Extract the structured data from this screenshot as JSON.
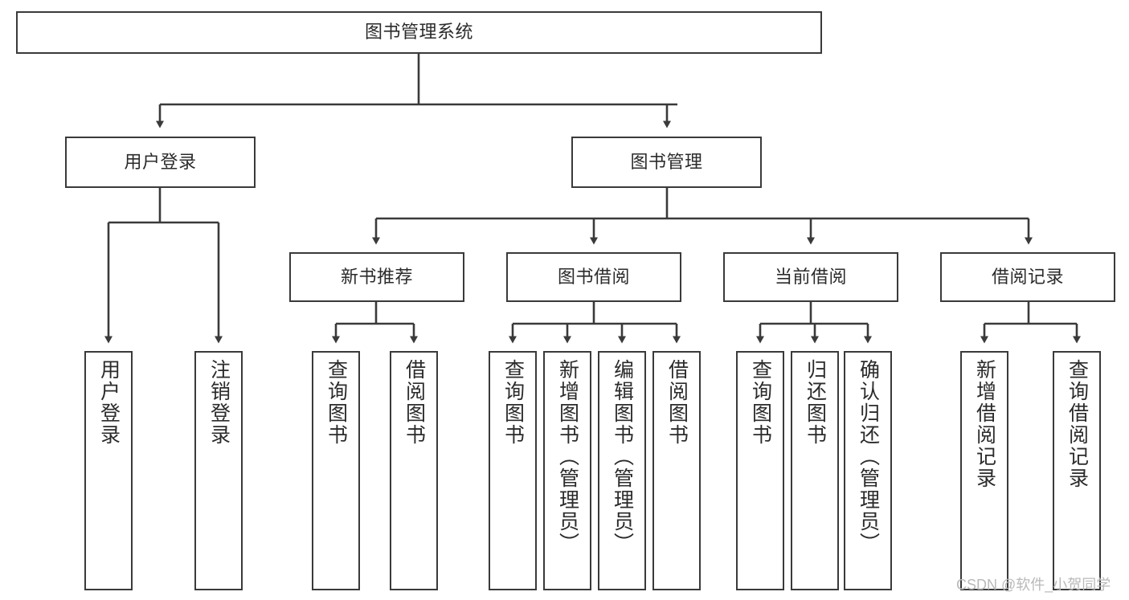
{
  "diagram": {
    "type": "tree",
    "title": "图书管理系统",
    "root": {
      "id": "root",
      "label": "图书管理系统"
    },
    "level2": [
      {
        "id": "user-login",
        "label": "用户登录"
      },
      {
        "id": "book-manage",
        "label": "图书管理"
      }
    ],
    "level3": [
      {
        "id": "new-book-recommend",
        "label": "新书推荐"
      },
      {
        "id": "book-borrow",
        "label": "图书借阅"
      },
      {
        "id": "current-borrow",
        "label": "当前借阅"
      },
      {
        "id": "borrow-record",
        "label": "借阅记录"
      }
    ],
    "leaves": {
      "user_login": [
        {
          "id": "leaf-user-login",
          "label": "用户登录"
        },
        {
          "id": "leaf-logout",
          "label": "注销登录"
        }
      ],
      "new_book_recommend": [
        {
          "id": "leaf-query-book-1",
          "label": "查询图书"
        },
        {
          "id": "leaf-borrow-book-1",
          "label": "借阅图书"
        }
      ],
      "book_borrow": [
        {
          "id": "leaf-query-book-2",
          "label": "查询图书"
        },
        {
          "id": "leaf-add-book",
          "label": "新增图书（管理员）"
        },
        {
          "id": "leaf-edit-book",
          "label": "编辑图书（管理员）"
        },
        {
          "id": "leaf-borrow-book-2",
          "label": "借阅图书"
        }
      ],
      "current_borrow": [
        {
          "id": "leaf-query-book-3",
          "label": "查询图书"
        },
        {
          "id": "leaf-return-book",
          "label": "归还图书"
        },
        {
          "id": "leaf-confirm-return",
          "label": "确认归还（管理员）"
        }
      ],
      "borrow_record": [
        {
          "id": "leaf-add-record",
          "label": "新增借阅记录"
        },
        {
          "id": "leaf-query-record",
          "label": "查询借阅记录"
        }
      ]
    }
  },
  "watermark": {
    "text": "CSDN @软件_小贺同学"
  },
  "colors": {
    "stroke": "#3a3a3a",
    "box_fill": "#ffffff",
    "text": "#2b2b2b",
    "watermark": "#b9b9b9",
    "background": "#ffffff"
  }
}
